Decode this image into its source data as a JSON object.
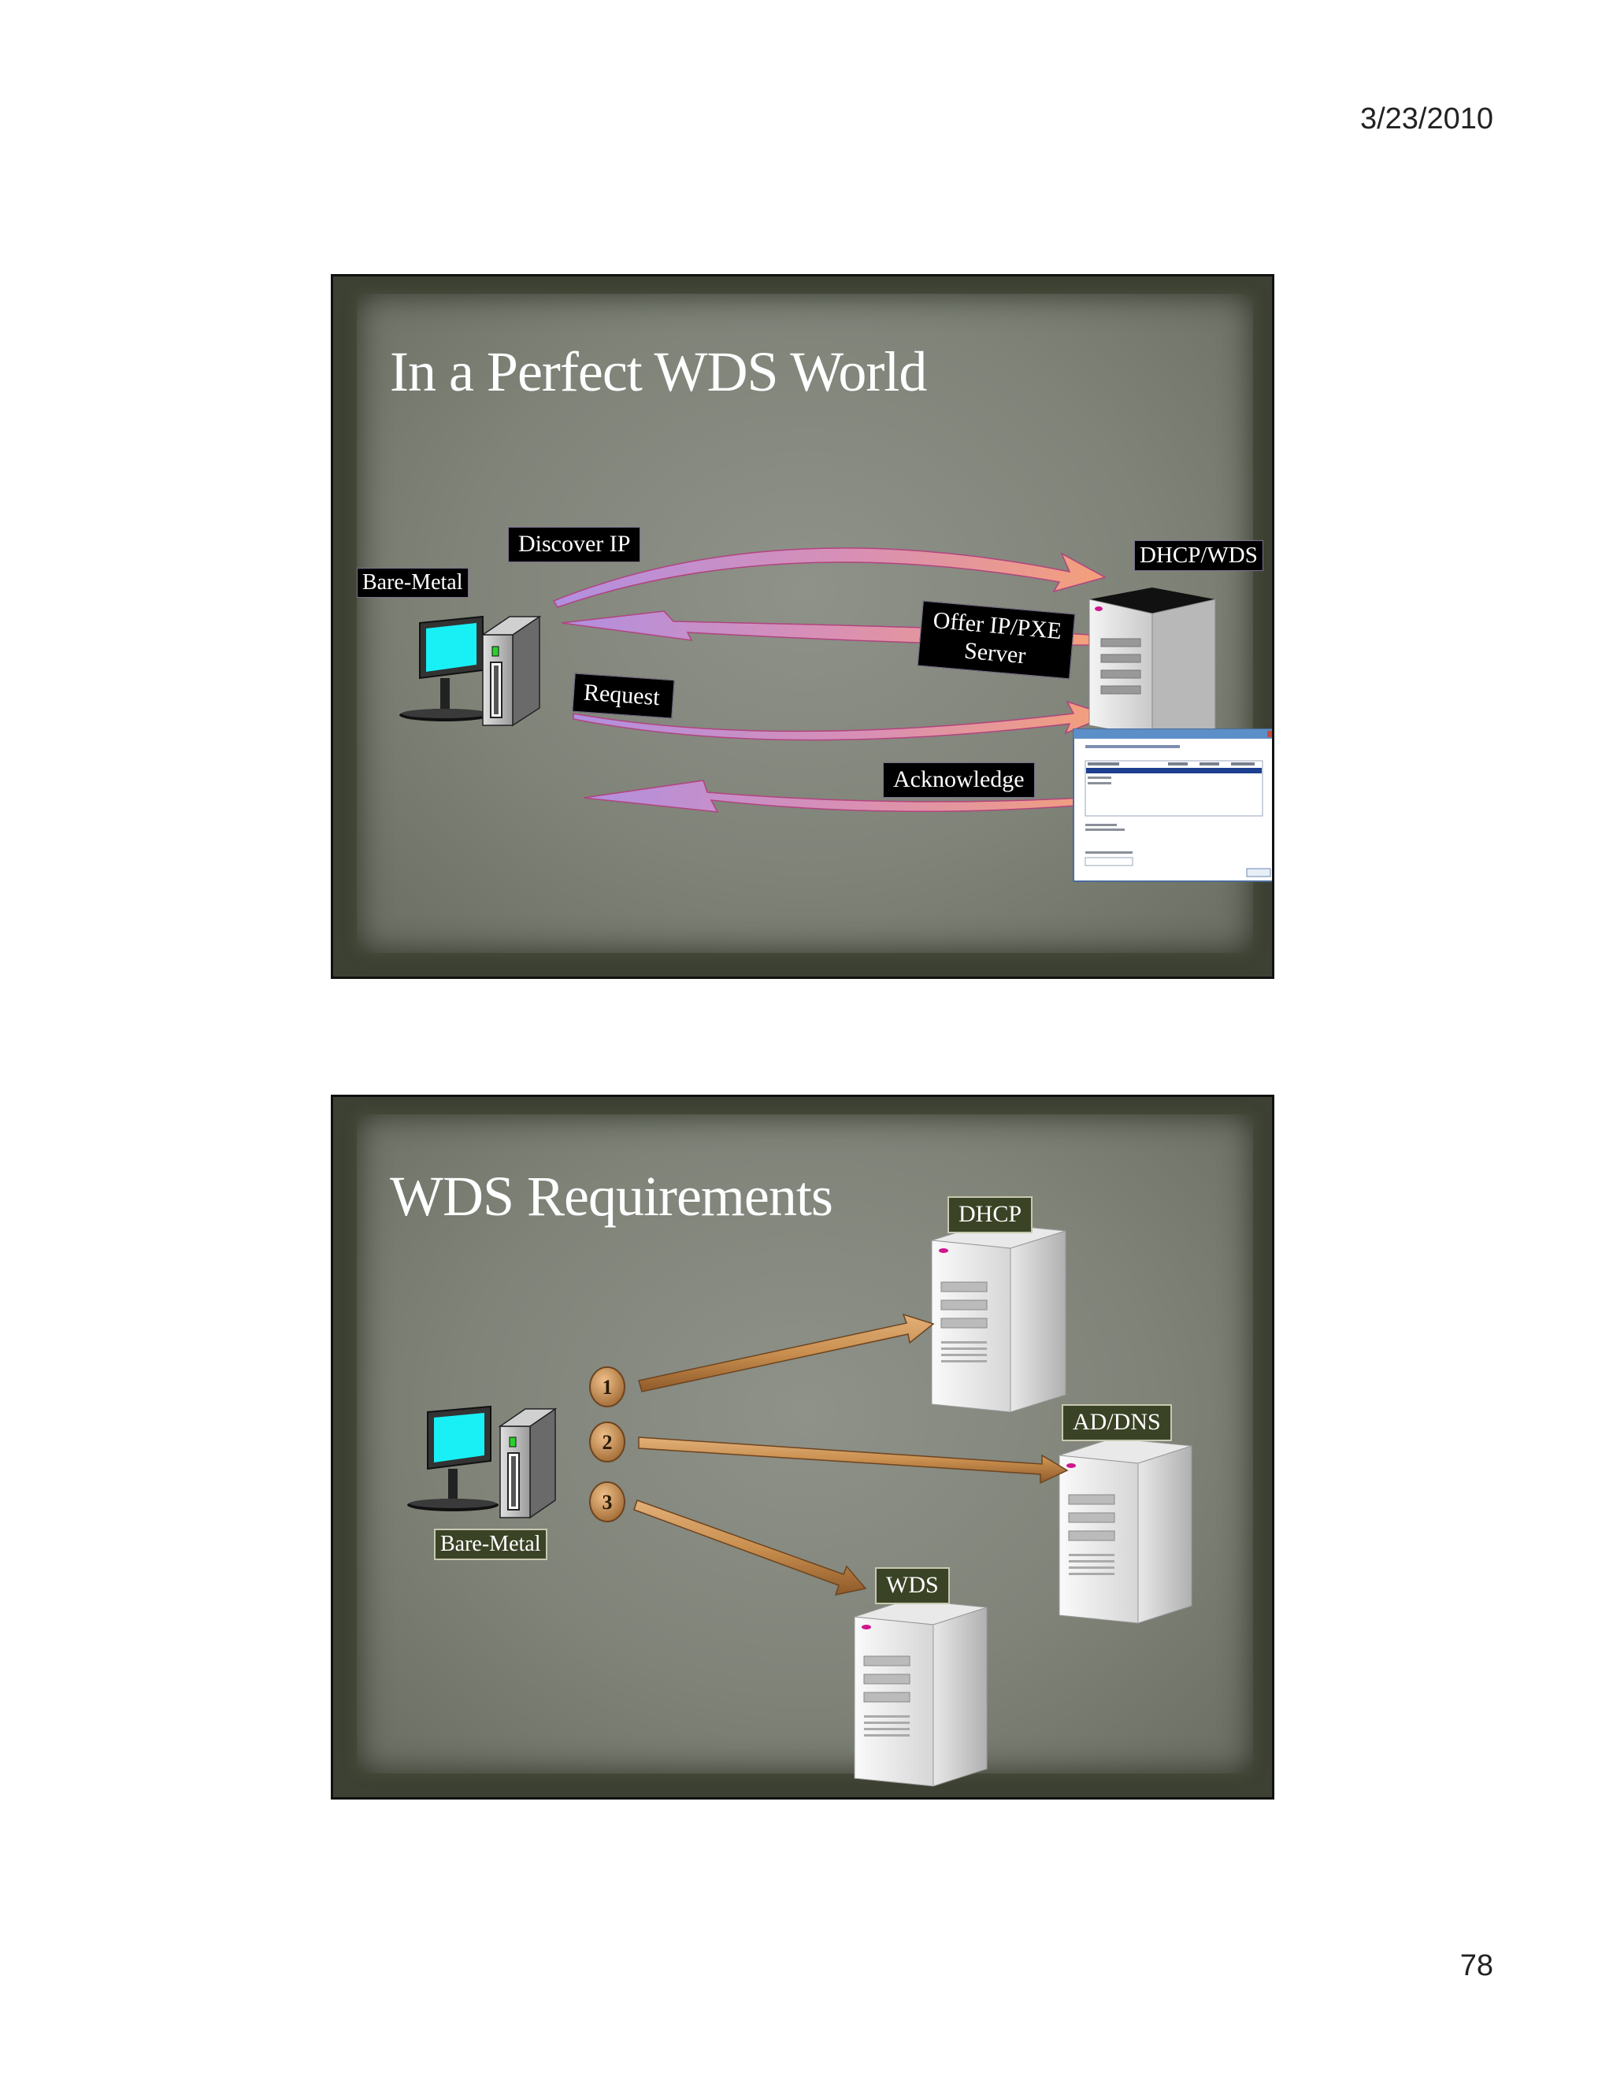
{
  "page": {
    "date": "3/23/2010",
    "number": "78"
  },
  "slide1": {
    "title": "In a Perfect WDS World",
    "labels": {
      "bare_metal": "Bare-Metal",
      "discover": "Discover IP",
      "server": "DHCP/WDS",
      "offer_line1": "Offer IP/PXE",
      "offer_line2": "Server",
      "request": "Request",
      "acknowledge": "Acknowledge"
    }
  },
  "slide2": {
    "title": "WDS Requirements",
    "labels": {
      "dhcp": "DHCP",
      "addns": "AD/DNS",
      "wds": "WDS",
      "bare_metal": "Bare-Metal"
    },
    "steps": [
      "1",
      "2",
      "3"
    ]
  },
  "colors": {
    "screen": "#19f0f5",
    "arrow_pink": "#f4a07a",
    "arrow_violet": "#b18fe0",
    "wood": "#c98f4f"
  }
}
